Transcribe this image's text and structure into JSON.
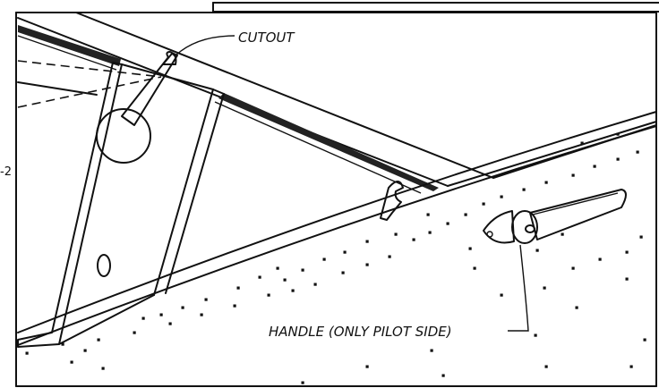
{
  "labels": {
    "cutout": "CUTOUT",
    "handle": "HANDLE (ONLY PILOT SIDE)",
    "edge_fragment": "-2"
  },
  "colors": {
    "ink": "#111111",
    "paper": "#ffffff"
  }
}
